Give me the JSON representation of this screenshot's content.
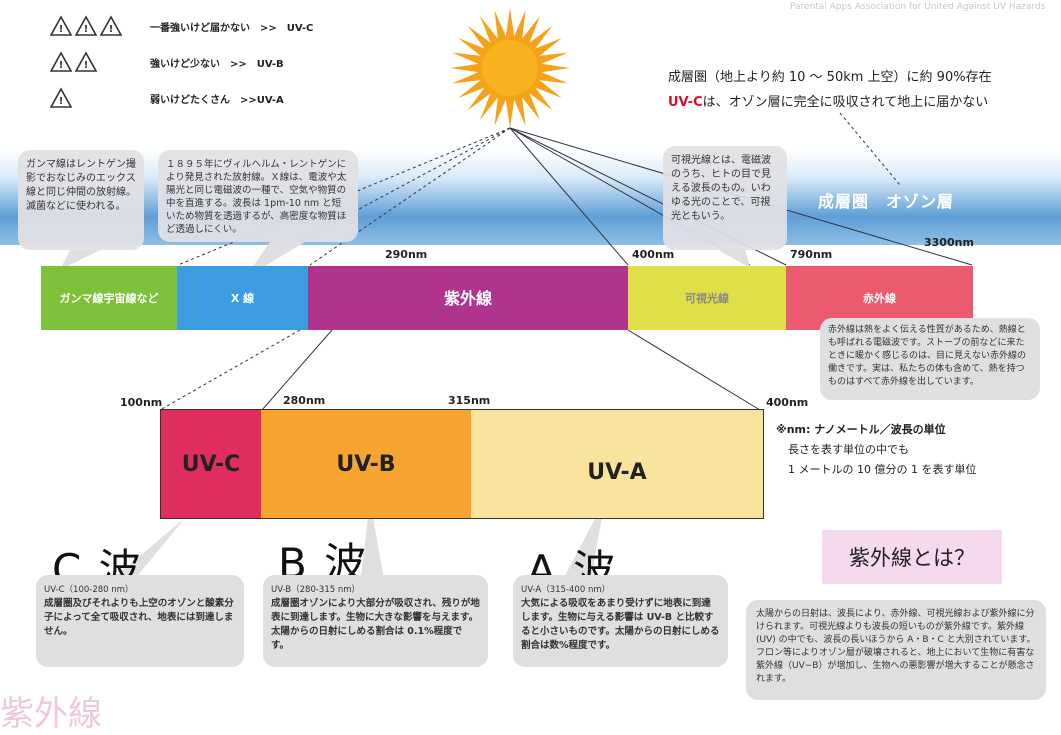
{
  "legend": {
    "rows": [
      {
        "icons": 3,
        "text": "一番強いけど届かない　>>　UV-C"
      },
      {
        "icons": 2,
        "text": "強いけど少ない　>>　UV-B"
      },
      {
        "icons": 1,
        "text": "弱いけどたくさん　>>UV-A"
      }
    ]
  },
  "watermark": "Parental Apps Association for United Against UV Hazards",
  "sun_icon": "sun-icon",
  "ozone_note": {
    "line1": "成層圏（地上より約 10 〜 50km 上空）に約 90%存在",
    "line2_accent": "UV-C",
    "line2_rest": "は、オゾン層に完全に吸収されて地上に届かない"
  },
  "sky_label": "成層圏　オゾン層",
  "bubbles": {
    "gamma": "ガンマ線はレントゲン撮影でおなじみのエックス線と同じ仲間の放射線。滅菌などに使われる。",
    "xray": "１８９５年にヴィルヘルム・レントゲンにより発見された放射線。Ｘ線は、電波や太陽光と同じ電磁波の一種で、空気や物質の中を直進する。波長は 1pm-10 nm と短いため物質を透過するが、高密度な物質ほど透過しにくい。",
    "visible": "可視光線とは、電磁波のうち、ヒトの目で見える波長のもの。いわゆる光のことで、可視光ともいう。",
    "infrared": "赤外線は熱をよく伝える性質があるため、熱線とも呼ばれる電磁波です。ストーブの前などに来たときに暖かく感じるのは、目に見えない赤外線の働きです。実は、私たちの体も含めて、熱を持つものはすべて赤外線を出しています。"
  },
  "spectrum": {
    "segments": [
      {
        "label": "ガンマ線\n宇宙線など",
        "color": "#7dc13a"
      },
      {
        "label": "X 線",
        "color": "#3d9be0"
      },
      {
        "label": "紫外線",
        "color": "#b0338e"
      },
      {
        "label": "可視光線",
        "color": "#dfe047"
      },
      {
        "label": "赤外線",
        "color": "#ec5a6f"
      }
    ],
    "marks": [
      "290nm",
      "400nm",
      "790nm",
      "3300nm"
    ]
  },
  "uv_bands": {
    "marks": [
      "100nm",
      "280nm",
      "315nm",
      "400nm"
    ],
    "bands": [
      {
        "label": "UV-C",
        "color": "#e02e5e"
      },
      {
        "label": "UV-B",
        "color": "#f6a531"
      },
      {
        "label": "UV-A",
        "color": "#f8e49c"
      }
    ]
  },
  "nm_note": {
    "title": "※nm: ナノメートル／波長の単位",
    "line1": "長さを表す単位の中でも",
    "line2": "1 メートルの 10 億分の 1 を表す単位"
  },
  "waves": [
    {
      "title": "C 波",
      "range": "UV-C（100-280 nm）",
      "desc": "成層圏及びそれよりも上空のオゾンと酸素分子によって全て吸収され、地表には到達しません。"
    },
    {
      "title": "B 波",
      "range": "UV-B（280-315 nm）",
      "desc": "成層圏オゾンにより大部分が吸収され、残りが地表に到達します。生物に大きな影響を与えます。太陽からの日射にしめる割合は 0.1%程度です。"
    },
    {
      "title": "A 波",
      "range": "UV-A（315-400 nm）",
      "desc": "大気による吸収をあまり受けずに地表に到達します。生物に与える影響は UV-B と比較すると小さいものです。太陽からの日射にしめる割合は数%程度です。"
    }
  ],
  "what_is": {
    "title": "紫外線とは？",
    "desc": "太陽からの日射は、波長により、赤外線、可視光線および紫外線に分けられます。可視光線よりも波長の短いものが紫外線です。紫外線 (UV) の中でも、波長の長いほうから A・B・C と大別されています。フロン等によりオゾン層が破壊されると、地上において生物に有害な紫外線（UV−B）が増加し、生物への悪影響が増大することが懸念されます。"
  },
  "footer_fragment": "紫外線"
}
